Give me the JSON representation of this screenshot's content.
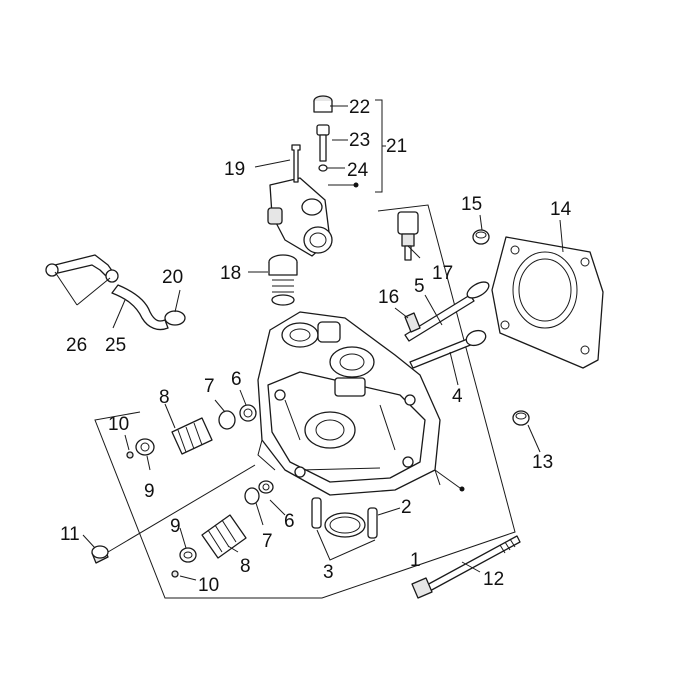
{
  "diagram": {
    "callouts": [
      {
        "id": "c1",
        "label": "1"
      },
      {
        "id": "c2",
        "label": "2"
      },
      {
        "id": "c3",
        "label": "3"
      },
      {
        "id": "c4",
        "label": "4"
      },
      {
        "id": "c5",
        "label": "5"
      },
      {
        "id": "c6a",
        "label": "6"
      },
      {
        "id": "c6b",
        "label": "6"
      },
      {
        "id": "c7a",
        "label": "7"
      },
      {
        "id": "c7b",
        "label": "7"
      },
      {
        "id": "c8a",
        "label": "8"
      },
      {
        "id": "c8b",
        "label": "8"
      },
      {
        "id": "c9a",
        "label": "9"
      },
      {
        "id": "c9b",
        "label": "9"
      },
      {
        "id": "c10a",
        "label": "10"
      },
      {
        "id": "c10b",
        "label": "10"
      },
      {
        "id": "c11",
        "label": "11"
      },
      {
        "id": "c12",
        "label": "12"
      },
      {
        "id": "c13",
        "label": "13"
      },
      {
        "id": "c14",
        "label": "14"
      },
      {
        "id": "c15",
        "label": "15"
      },
      {
        "id": "c16",
        "label": "16"
      },
      {
        "id": "c17",
        "label": "17"
      },
      {
        "id": "c18",
        "label": "18"
      },
      {
        "id": "c19",
        "label": "19"
      },
      {
        "id": "c20",
        "label": "20"
      },
      {
        "id": "c21",
        "label": "21"
      },
      {
        "id": "c22",
        "label": "22"
      },
      {
        "id": "c23",
        "label": "23"
      },
      {
        "id": "c24",
        "label": "24"
      },
      {
        "id": "c25",
        "label": "25"
      },
      {
        "id": "c26",
        "label": "26"
      }
    ]
  }
}
